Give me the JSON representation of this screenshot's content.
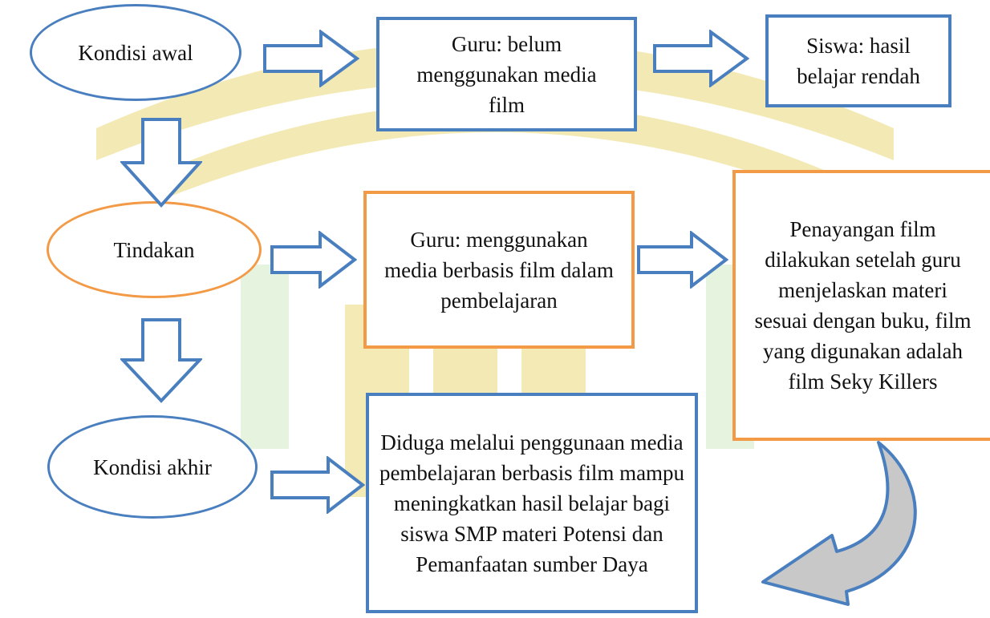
{
  "colors": {
    "blue_border": "#4a7fbf",
    "orange_border": "#f39a47",
    "arrow_stroke": "#4a7fbf",
    "curve_fill": "#c8c8c8",
    "watermark": "#f2e6a8"
  },
  "nodes": {
    "kondisi_awal": "Kondisi awal",
    "guru_belum": "Guru: belum menggunakan media film",
    "siswa_hasil": "Siswa: hasil belajar rendah",
    "tindakan": "Tindakan",
    "guru_menggunakan": "Guru: menggunakan media berbasis film dalam pembelajaran",
    "penayangan": "Penayangan film dilakukan setelah guru menjelaskan materi sesuai dengan buku, film yang digunakan adalah film Seky Killers",
    "kondisi_akhir": "Kondisi akhir",
    "diduga": "Diduga melalui penggunaan media pembelajaran berbasis film mampu meningkatkan hasil belajar bagi siswa SMP materi Potensi dan Pemanfaatan sumber Daya"
  }
}
